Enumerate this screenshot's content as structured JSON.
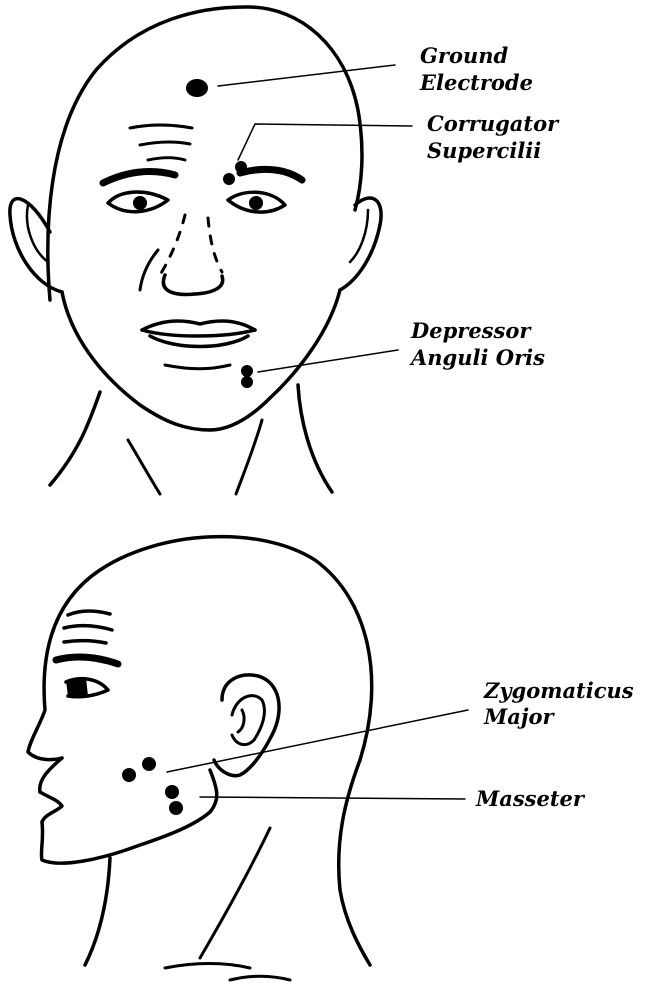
{
  "front_view": {
    "labels": {
      "ground_line1": "Ground",
      "ground_line2": "Electrode",
      "corrugator_line1": "Corrugator",
      "corrugator_line2": "Supercilii",
      "depressor_line1": "Depressor",
      "depressor_line2": "Anguli Oris"
    }
  },
  "side_view": {
    "labels": {
      "zygomaticus_line1": "Zygomaticus",
      "zygomaticus_line2": "Major",
      "masseter": "Masseter"
    }
  },
  "colors": {
    "ink": "#000000",
    "background": "#ffffff"
  }
}
